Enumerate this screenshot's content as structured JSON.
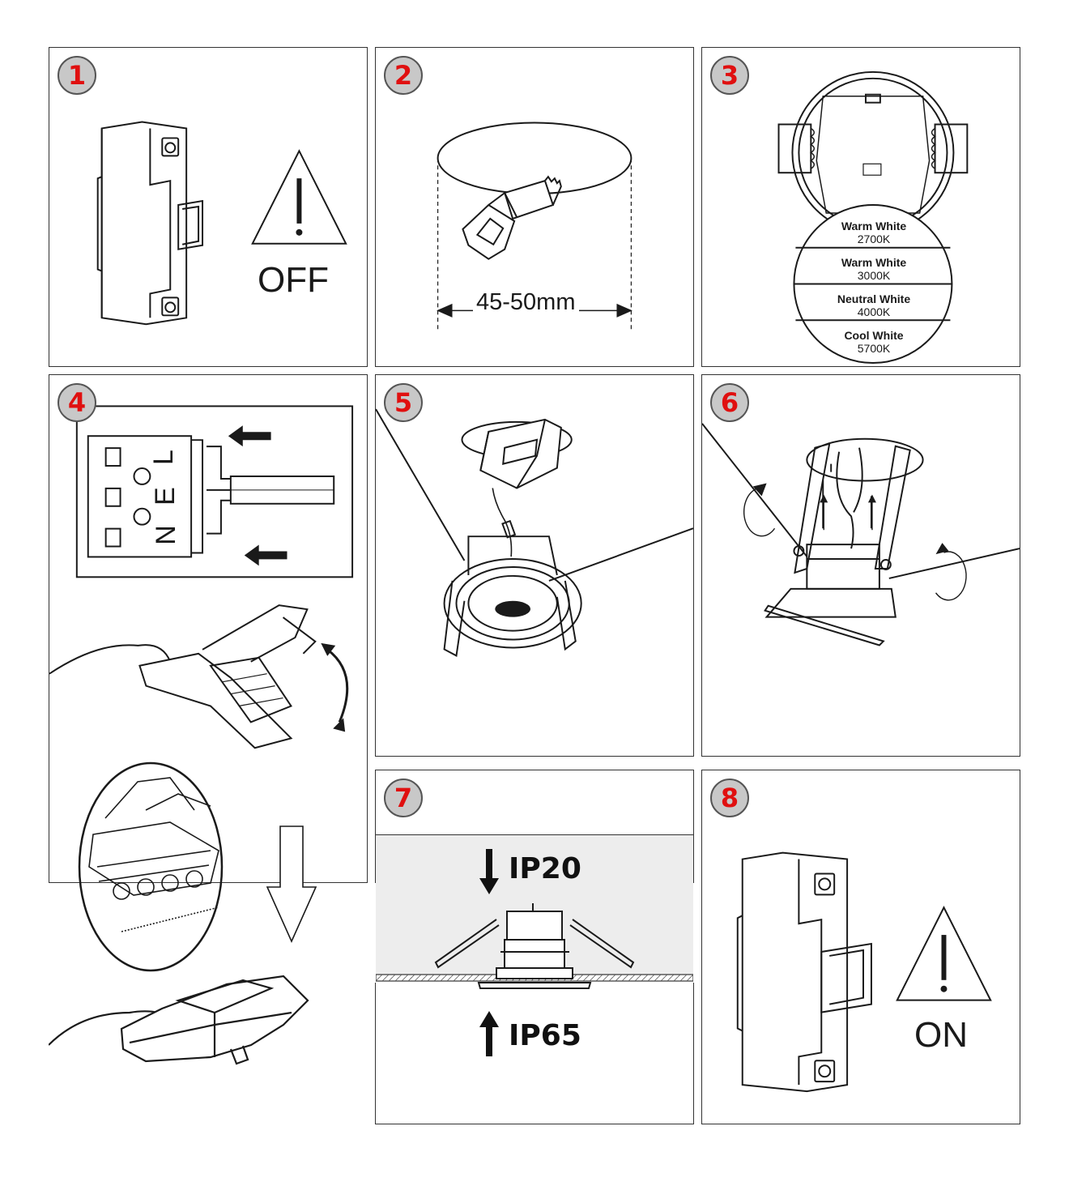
{
  "steps": [
    {
      "number": "1"
    },
    {
      "number": "2"
    },
    {
      "number": "3"
    },
    {
      "number": "4"
    },
    {
      "number": "5"
    },
    {
      "number": "6"
    },
    {
      "number": "7"
    },
    {
      "number": "8"
    }
  ],
  "step1": {
    "power_label": "OFF"
  },
  "step2": {
    "cutout_size": "45-50mm"
  },
  "step3": {
    "color_temps": [
      {
        "name": "Warm White",
        "kelvin": "2700K"
      },
      {
        "name": "Warm White",
        "kelvin": "3000K"
      },
      {
        "name": "Neutral White",
        "kelvin": "4000K"
      },
      {
        "name": "Cool White",
        "kelvin": "5700K"
      }
    ]
  },
  "step4": {
    "terminal_letters": [
      "N",
      "E",
      "L"
    ]
  },
  "step7": {
    "rating_top": "IP20",
    "rating_bottom": "IP65"
  },
  "step8": {
    "power_label": "ON"
  },
  "colors": {
    "badge_number": "#e01010",
    "badge_fill": "#c8c8c8",
    "line": "#1a1a1a",
    "ceiling_void": "#ededed"
  }
}
